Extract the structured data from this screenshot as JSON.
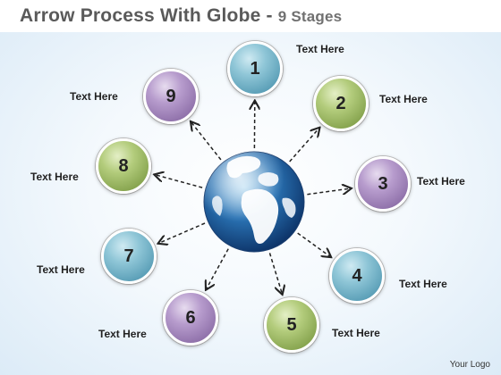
{
  "title": {
    "main": "Arrow Process With Globe - ",
    "stages": "9 Stages"
  },
  "stages": [
    {
      "number": "1",
      "label": "Text Here",
      "color": "blue"
    },
    {
      "number": "2",
      "label": "Text Here",
      "color": "green"
    },
    {
      "number": "3",
      "label": "Text Here",
      "color": "purple"
    },
    {
      "number": "4",
      "label": "Text Here",
      "color": "blue"
    },
    {
      "number": "5",
      "label": "Text Here",
      "color": "green"
    },
    {
      "number": "6",
      "label": "Text Here",
      "color": "purple"
    },
    {
      "number": "7",
      "label": "Text Here",
      "color": "blue"
    },
    {
      "number": "8",
      "label": "Text Here",
      "color": "green"
    },
    {
      "number": "9",
      "label": "Text Here",
      "color": "purple"
    }
  ],
  "center_icon": "globe-icon",
  "colors": {
    "blue": "#5fa3bd",
    "green": "#8fae55",
    "purple": "#9a7cb4"
  },
  "footer": {
    "logo": "Your Logo"
  }
}
